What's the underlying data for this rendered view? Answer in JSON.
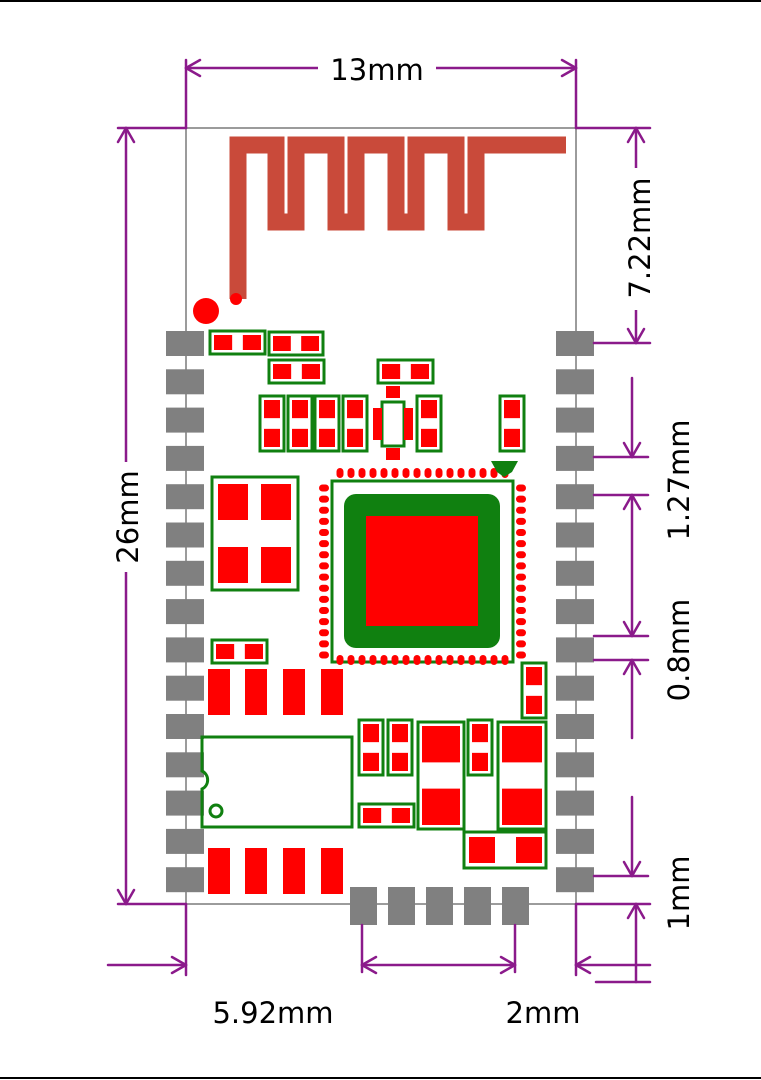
{
  "colors": {
    "dimension": "#8b1a8b",
    "outline": "#7a7a7a",
    "antenna": "#c94a3a",
    "pad": "#ff0000",
    "silkscreen": "#108010",
    "castellated_pad": "#808080",
    "frame": "#000000"
  },
  "dimensions": {
    "width": "13mm",
    "height": "26mm",
    "antenna_clearance": "7.22mm",
    "pin_pitch": "1.27mm",
    "pad_width": "0.8mm",
    "edge_offset": "1mm",
    "bottom_offset": "5.92mm",
    "bottom_pitch": "2mm"
  },
  "module": {
    "left_pin_count": 15,
    "right_pin_count": 15,
    "bottom_pin_count": 5,
    "qfn_pins_per_side": 16
  }
}
